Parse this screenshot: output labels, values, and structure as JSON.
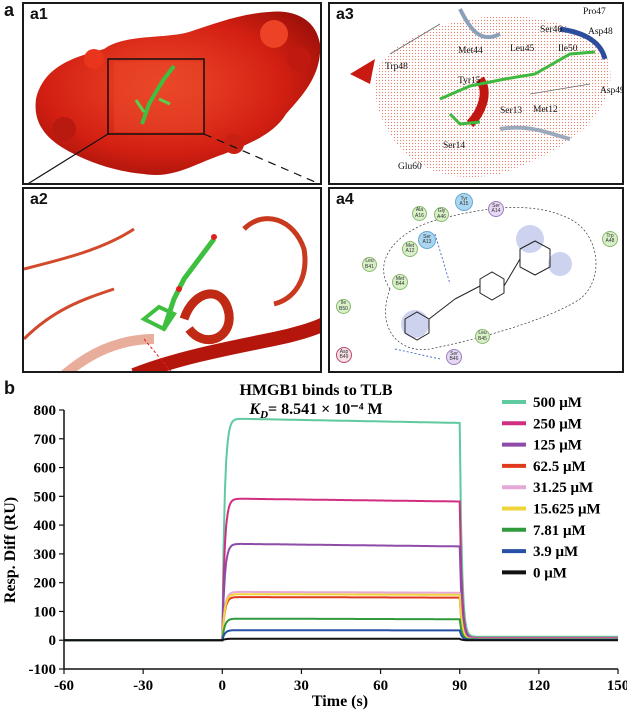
{
  "figure_labels": {
    "a": "a",
    "b": "b"
  },
  "panels": {
    "a1": {
      "label": "a1"
    },
    "a2": {
      "label": "a2"
    },
    "a3": {
      "label": "a3",
      "residues": [
        "Pro47",
        "Ser46",
        "Asp48",
        "Met44",
        "Leu45",
        "Ile50",
        "Trp48",
        "Tyr15",
        "Asp49",
        "Ser13",
        "Met12",
        "Ser14",
        "Glu60"
      ]
    },
    "a4": {
      "label": "a4",
      "nodes": [
        "Tyr A15",
        "Ala A16",
        "Gly A46",
        "Ser A14",
        "Met A12",
        "Ser A13",
        "Leu B41",
        "Met B44",
        "Ile B50",
        "Asp B49",
        "Ser B46",
        "Leu B45",
        "Trp A48"
      ]
    }
  },
  "chart_data": {
    "type": "line",
    "title": "HMGB1 binds to TLB",
    "subtitle_kd_symbol": "K",
    "subtitle_kd_sub": "D",
    "subtitle_kd_value": "= 8.541 × 10⁻⁴ M",
    "xlabel": "Time (s)",
    "ylabel": "Resp. Diff (RU)",
    "xlim": [
      -60,
      150
    ],
    "ylim": [
      -100,
      800
    ],
    "xticks": [
      "-60",
      "-30",
      "0",
      "30",
      "60",
      "90",
      "120",
      "150"
    ],
    "yticks": [
      "-100",
      "0",
      "100",
      "200",
      "300",
      "400",
      "500",
      "600",
      "700",
      "800"
    ],
    "association_start": 0,
    "association_end": 90,
    "legend_position": "right",
    "series": [
      {
        "name": "500 μM",
        "color": "#5fc9a0",
        "plateau": 770,
        "end": 755,
        "tail": 12
      },
      {
        "name": "250 μM",
        "color": "#d02e80",
        "plateau": 492,
        "end": 482,
        "tail": 8
      },
      {
        "name": "125 μM",
        "color": "#8e4ba8",
        "plateau": 335,
        "end": 326,
        "tail": 6
      },
      {
        "name": "62.5 μM",
        "color": "#e03a1c",
        "plateau": 150,
        "end": 148,
        "tail": 5
      },
      {
        "name": "31.25 μM",
        "color": "#e6a8d6",
        "plateau": 168,
        "end": 165,
        "tail": 5
      },
      {
        "name": "15.625 μM",
        "color": "#f0d43a",
        "plateau": 160,
        "end": 158,
        "tail": 4
      },
      {
        "name": "7.81 μM",
        "color": "#2f9a3c",
        "plateau": 75,
        "end": 73,
        "tail": 3
      },
      {
        "name": "3.9 μM",
        "color": "#2850a8",
        "plateau": 35,
        "end": 34,
        "tail": 2
      },
      {
        "name": "0 μM",
        "color": "#111111",
        "plateau": 5,
        "end": 5,
        "tail": 0
      }
    ]
  }
}
